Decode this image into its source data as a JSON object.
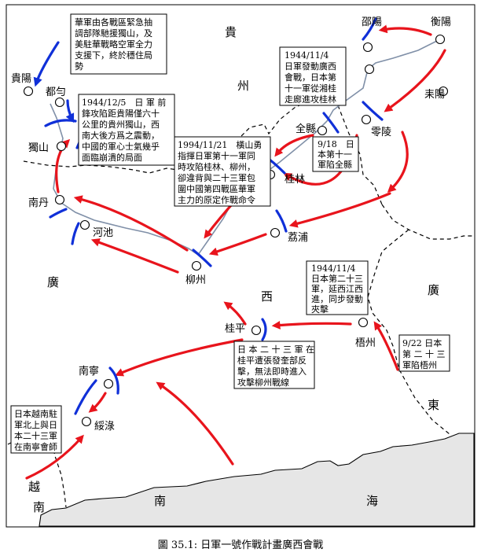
{
  "regions": {
    "guizhou_1": "貴",
    "guizhou_2": "州",
    "guangxi_1": "廣",
    "guangxi_2": "西",
    "guangdong_1": "廣",
    "guangdong_2": "東",
    "vietnam_1": "越",
    "vietnam_2": "南",
    "sea_1": "南",
    "sea_2": "海"
  },
  "cities": {
    "shaoyang": "邵陽",
    "hengyang": "衡陽",
    "leiyang": "耒陽",
    "guiyang": "貴陽",
    "duyun": "都勻",
    "dushan": "獨山",
    "quanxian": "全縣",
    "lingling": "零陵",
    "guilin": "桂林",
    "nandan": "南丹",
    "hechi": "河池",
    "lipu": "荔浦",
    "liuzhou": "柳州",
    "guiping": "桂平",
    "wuzhou": "梧州",
    "nanning": "南寧",
    "suilu": "綏淥"
  },
  "notes": {
    "reinforce": [
      "華軍由各戰區緊急抽",
      "調部隊馳援獨山，及",
      "美駐華戰略空軍全力",
      "支援下，終於穩住局",
      "勢"
    ],
    "dec5": [
      "1944/12/5　日 軍 前",
      "鋒攻陷距貴陽僅六十",
      "公里的貴州獨山，西",
      "南大後方爲之震動，",
      "中國的軍心士氣幾乎",
      "面臨崩潰的局面"
    ],
    "nov21": [
      "1994/11/21　橫山勇",
      "指揮日軍第十一軍同",
      "時攻陷桂林、柳州，",
      "卻違背與二十三軍包",
      "圍中國第四戰區華軍",
      "主力的原定作戰命令"
    ],
    "nov4_11": [
      "1944/11/4",
      "日軍發動廣西",
      "會戰，日本第",
      "十一軍從湘桂",
      "走廊進攻桂林"
    ],
    "sep18": [
      "9/18　日",
      "本第十一",
      "軍陷全縣"
    ],
    "nov4_23": [
      "1944/11/4",
      "日本第二十三",
      "軍，延西江西",
      "進，同步發動",
      "夾擊"
    ],
    "sep22": [
      "9/22 日本",
      "第 二 十 三",
      "軍陷梧州"
    ],
    "guiping_stop": [
      "日 本 二 十 三 軍 在",
      "桂平遭張發奎部反",
      "擊，無法即時進入",
      "攻擊柳州戰線"
    ],
    "vietnam_north": [
      "日本越南駐",
      "軍北上與日",
      "本二十三軍",
      "在南寧會師"
    ]
  },
  "caption": "圖 35.1: 日軍一號作戰計畫廣西會戰",
  "colors": {
    "japanese_advance": "#e8141c",
    "chinese_counter": "#1030d8",
    "railway": "#8090a8",
    "border": "#000000"
  }
}
